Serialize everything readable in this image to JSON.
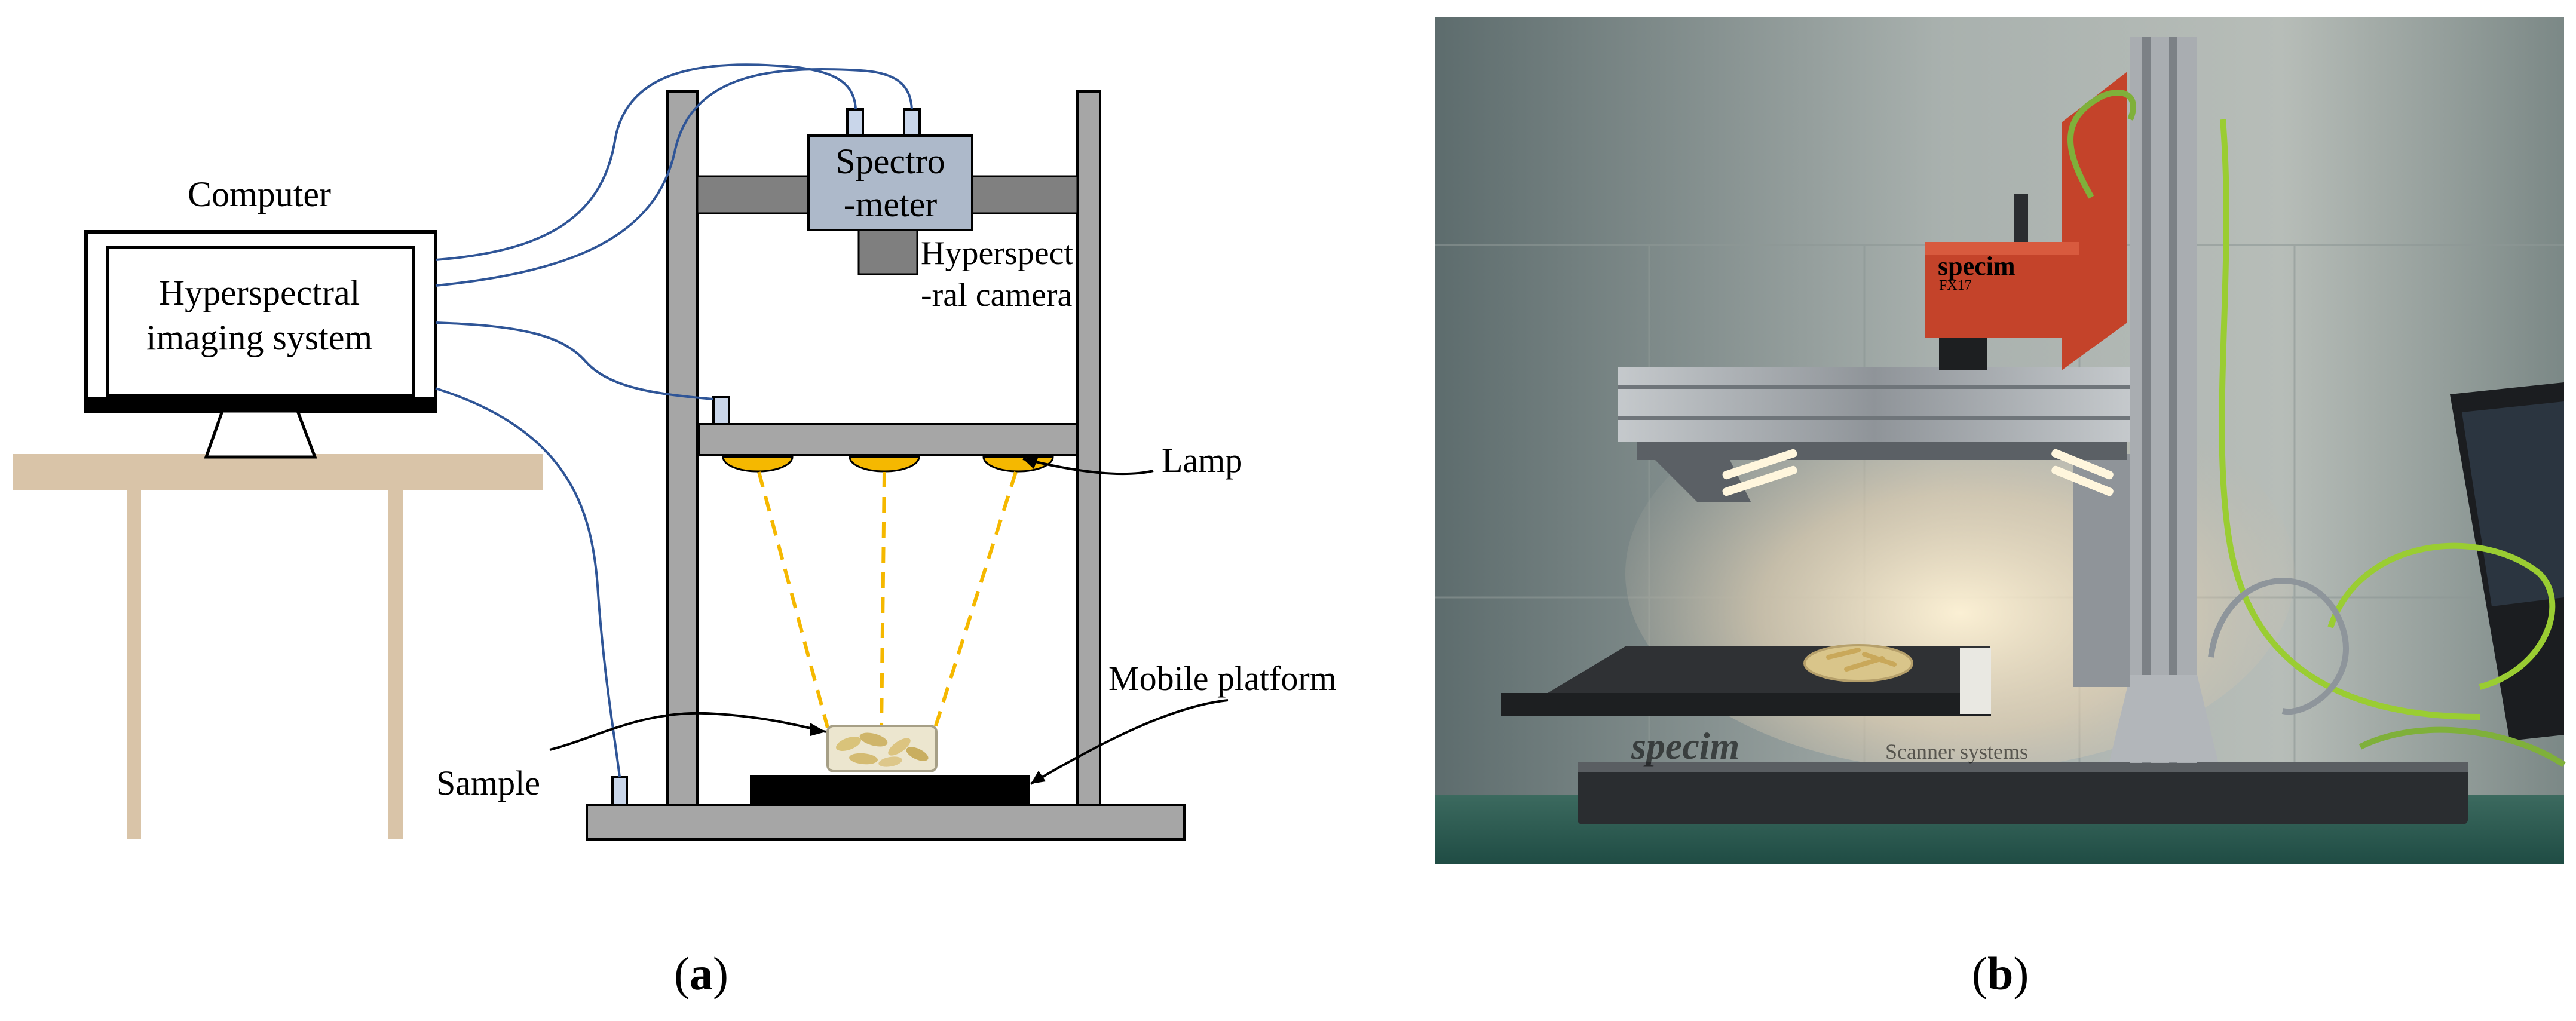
{
  "panel_a": {
    "labels": {
      "computer": "Computer",
      "screen_line1": "Hyperspectral",
      "screen_line2": "imaging system",
      "spectrometer_line1": "Spectro",
      "spectrometer_line2": "-meter",
      "camera_line1": "Hyperspect",
      "camera_line2": "-ral camera",
      "lamp": "Lamp",
      "mobile_platform": "Mobile platform",
      "sample": "Sample"
    },
    "colors": {
      "frame": "#a6a6a6",
      "spectrometer": "#adb9ca",
      "camera_lens": "#7f7f7f",
      "lamp": "#f5b800",
      "light_beam": "#f5b800",
      "cable": "#2f5597",
      "table": "#d9c4a8",
      "connector": "#c9d6ea"
    }
  },
  "panel_b": {
    "brand_camera": "specim",
    "camera_model": "FX17",
    "brand_base": "specim",
    "base_text": "Scanner systems",
    "colors": {
      "wall": "#8a9695",
      "camera_body": "#c4432a",
      "frame": "#a9adb1",
      "base": "#2a2d30",
      "cable": "#9acd32"
    }
  },
  "captions": {
    "a": "a",
    "b": "b"
  }
}
